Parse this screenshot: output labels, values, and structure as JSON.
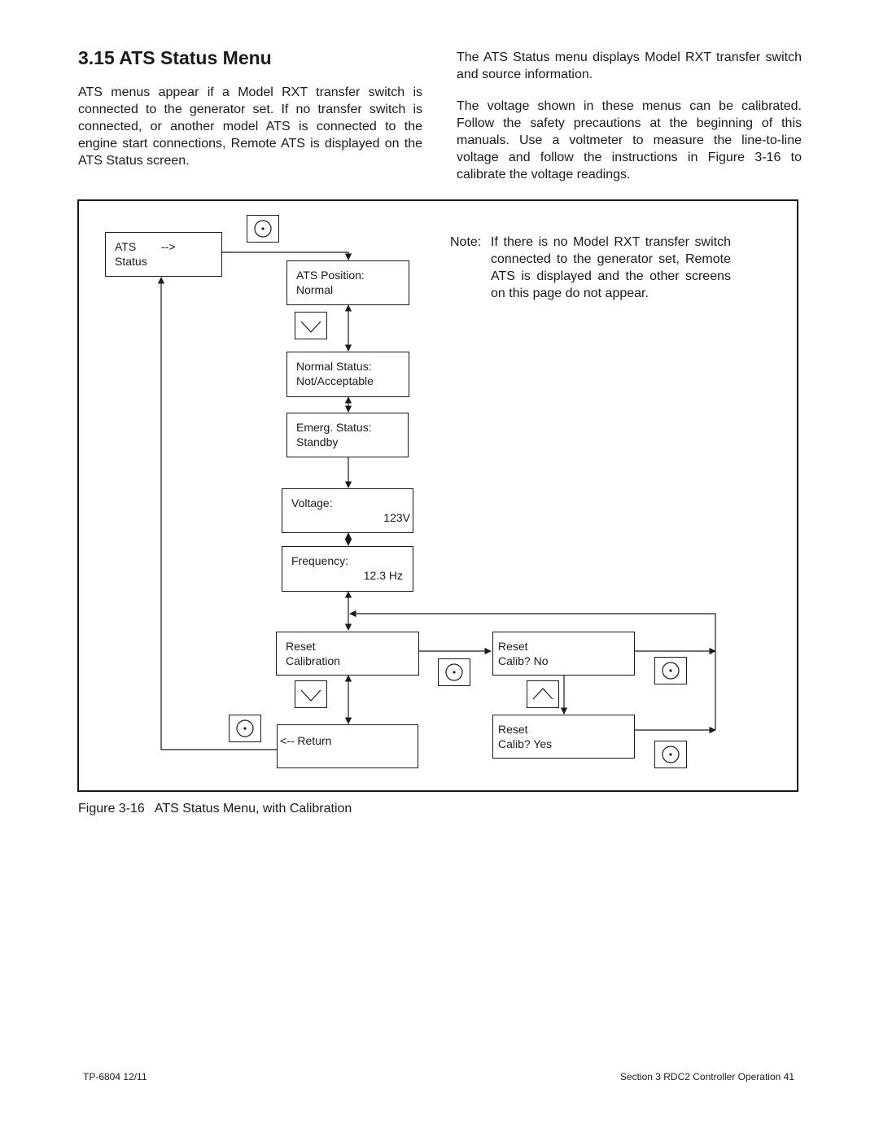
{
  "heading": "3.15 ATS Status Menu",
  "intro_left": "ATS menus appear if a Model RXT transfer switch is connected to the generator set.  If no transfer switch is connected, or another model ATS is connected to the engine start connections, Remote ATS is displayed on the ATS Status screen.",
  "intro_right_1": "The ATS Status menu displays Model RXT transfer switch and source information.",
  "intro_right_2": "The voltage shown in these menus can be calibrated. Follow the safety precautions at the beginning of this manuals.  Use a voltmeter to measure the line-to-line voltage and follow the instructions in Figure 3-16 to calibrate the voltage readings.",
  "figure": {
    "note_label": "Note:",
    "note_text": "If there is no Model RXT transfer switch connected to the generator set, Remote ATS is displayed and the other screens on this page do not appear.",
    "screens": {
      "ats_status": {
        "line1": "ATS",
        "arrow": "-->",
        "line2": "Status"
      },
      "ats_position": {
        "line1": "ATS Position:",
        "line2": "Normal"
      },
      "normal_status": {
        "line1": "Normal Status:",
        "line2": "Not/Acceptable"
      },
      "emerg_status": {
        "line1": "Emerg. Status:",
        "line2": "Standby"
      },
      "voltage": {
        "line1": "Voltage:",
        "value": "123V"
      },
      "frequency": {
        "line1": "Frequency:",
        "value": "12.3 Hz"
      },
      "reset_calibration": {
        "line1": "Reset",
        "line2": "Calibration"
      },
      "return": {
        "line1": "<-- Return"
      },
      "reset_calib_no": {
        "line1": "Reset",
        "line2": "Calib? No"
      },
      "reset_calib_yes": {
        "line1": "Reset",
        "line2": "Calib? Yes"
      }
    },
    "buttons": [
      "select-knob-icon",
      "down-arrow-icon",
      "up-arrow-icon"
    ],
    "caption_number": "Figure 3-16",
    "caption_text": "ATS Status Menu, with Calibration"
  },
  "footer": {
    "left": "TP-6804 12/11",
    "right": "Section 3  RDC2 Controller Operation   41"
  }
}
